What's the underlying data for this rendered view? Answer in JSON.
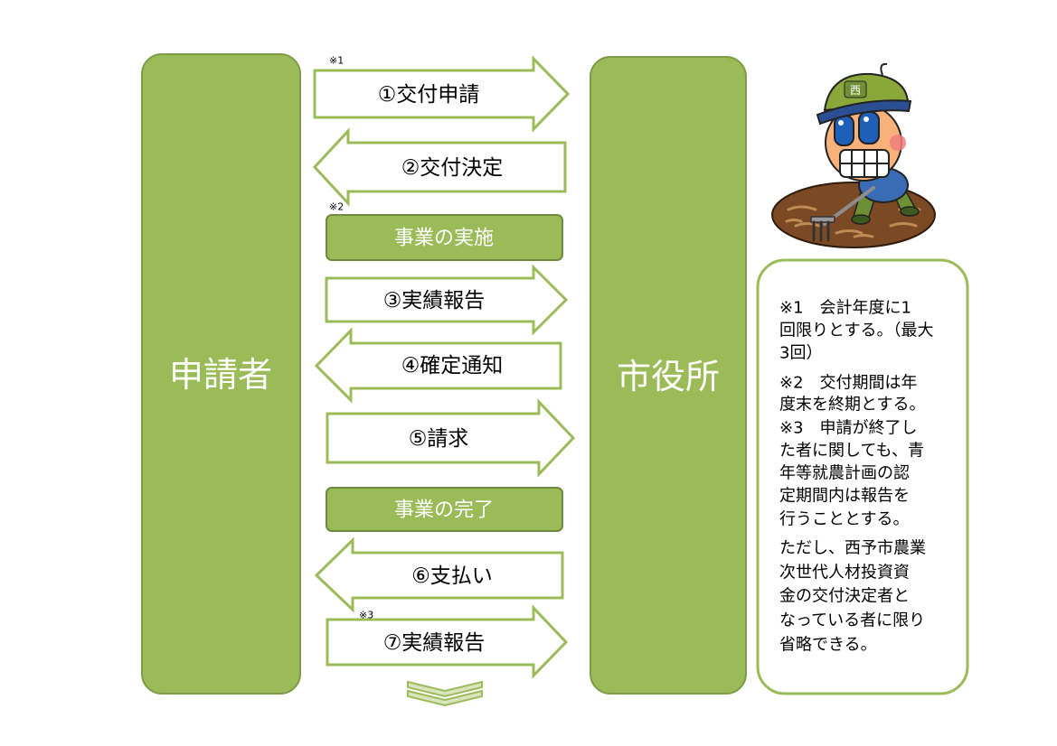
{
  "colors": {
    "accent": "#9bbb59",
    "accent_border": "#71893f",
    "text": "#000000",
    "actor_text": "#ffffff"
  },
  "actors": {
    "applicant": "申請者",
    "city_hall": "市役所"
  },
  "flow": {
    "step1": {
      "label": "①交付申請",
      "direction": "right",
      "note": "※1"
    },
    "step2": {
      "label": "②交付決定",
      "direction": "left"
    },
    "activity1": {
      "label": "事業の実施",
      "note": "※2"
    },
    "step3": {
      "label": "③実績報告",
      "direction": "right"
    },
    "step4": {
      "label": "④確定通知",
      "direction": "left"
    },
    "step5": {
      "label": "⑤請求",
      "direction": "right"
    },
    "activity2": {
      "label": "事業の完了"
    },
    "step6": {
      "label": "⑥支払い",
      "direction": "left"
    },
    "step7": {
      "label": "⑦実績報告",
      "direction": "right",
      "note": "※3"
    },
    "continuation": "down"
  },
  "notes": {
    "lines": [
      "※1　会計年度に1",
      "回限りとする。（最大",
      "3回）",
      "※2　交付期間は年",
      "度末を終期とする。",
      "※3　申請が終了し",
      "た者に関しても、青",
      "年等就農計画の認",
      "定期間内は報告を",
      "行うこととする。",
      "ただし、西予市農業",
      "次世代人材投資資",
      "金の交付決定者と",
      "なっている者に限り",
      "省略できる。"
    ]
  },
  "mascot": {
    "icon": "farmer-mascot",
    "cap_mark": "西"
  }
}
